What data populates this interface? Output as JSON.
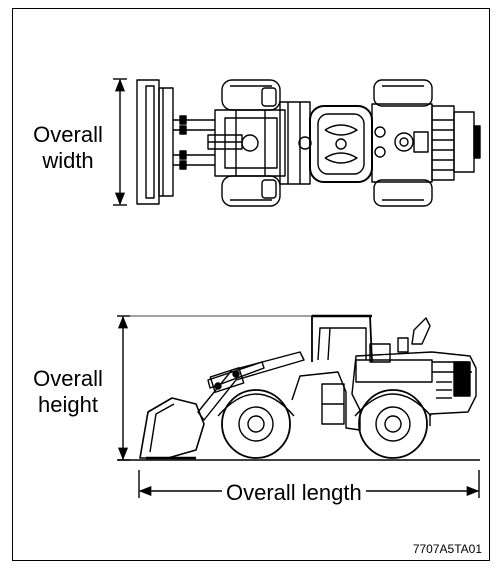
{
  "labels": {
    "overall_width_line1": "Overall",
    "overall_width_line2": "width",
    "overall_height_line1": "Overall",
    "overall_height_line2": "height",
    "overall_length": "Overall length"
  },
  "figure_code": "7707A5TA01"
}
